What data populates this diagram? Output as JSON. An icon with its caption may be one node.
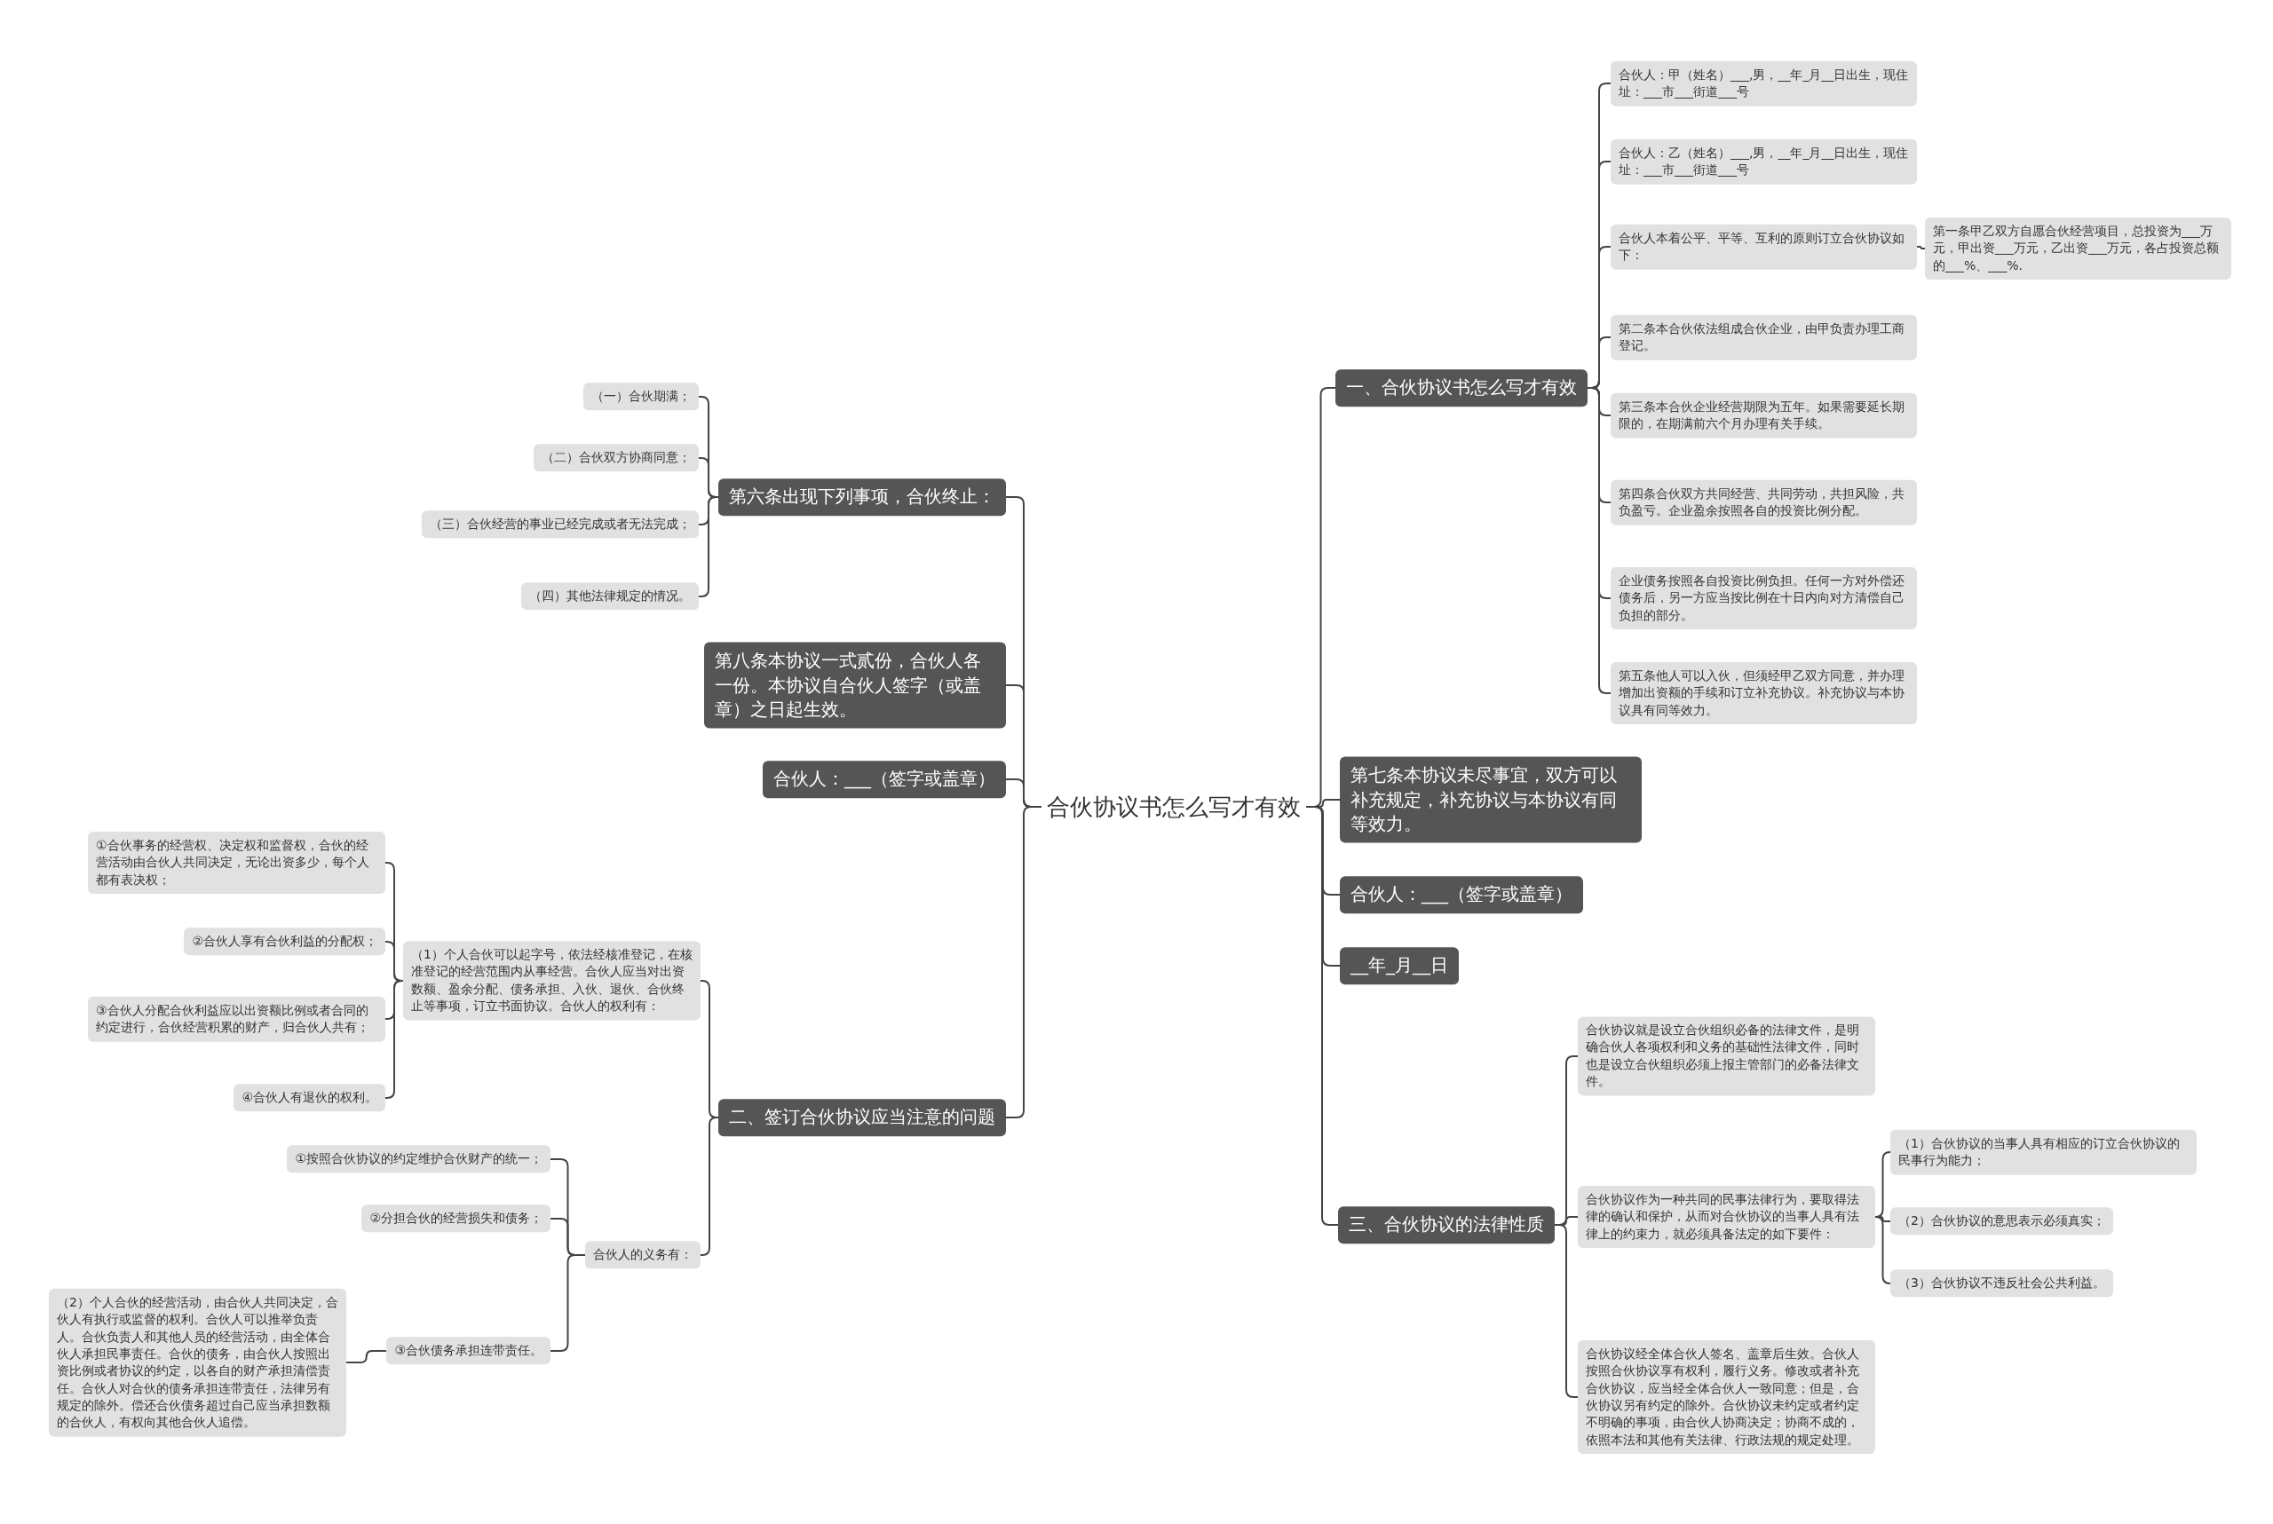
{
  "diagram": {
    "nodes": [
      {
        "text": [
          "合伙协议书怎么写才有效"
        ]
      },
      {
        "text": [
          "一、合伙协议书怎么写才有效"
        ]
      },
      {
        "text": [
          "合伙人：甲（姓名）___,男，__年_月__日出生，现住址：___市___街道___号"
        ]
      },
      {
        "text": [
          "合伙人：乙（姓名）___,男，__年_月__日出生，现住址：___市___街道___号"
        ]
      },
      {
        "text": [
          "合伙人本着公平、平等、互利的原则订立合伙协议如下："
        ]
      },
      {
        "text": [
          "第一条甲乙双方自愿合伙经营项目，总投资为___万元，甲出资___万元，乙出资___万元，各占投资总额的___%、___%."
        ]
      },
      {
        "text": [
          "第二条本合伙依法组成合伙企业，由甲负责办理工商登记。"
        ]
      },
      {
        "text": [
          "第三条本合伙企业经营期限为五年。如果需要延长期限的，在期满前六个月办理有关手续。"
        ]
      },
      {
        "text": [
          "第四条合伙双方共同经营、共同劳动，共担风险，共负盈亏。企业盈余按照各自的投资比例分配。"
        ]
      },
      {
        "text": [
          "企业债务按照各自投资比例负担。任何一方对外偿还债务后，另一方应当按比例在十日内向对方清偿自己负担的部分。"
        ]
      },
      {
        "text": [
          "第五条他人可以入伙，但须经甲乙双方同意，并办理增加出资额的手续和订立补充协议。补充协议与本协议具有同等效力。"
        ]
      },
      {
        "text": [
          "第七条本协议未尽事宜，双方可以补充规定，补充协议与本协议有同等效力。"
        ]
      },
      {
        "text": [
          "合伙人：___（签字或盖章）"
        ]
      },
      {
        "text": [
          "__年_月__日"
        ]
      },
      {
        "text": [
          "三、合伙协议的法律性质"
        ]
      },
      {
        "text": [
          "合伙协议就是设立合伙组织必备的法律文件，是明确合伙人各项权利和义务的基础性法律文件，同时也是设立合伙组织必须上报主管部门的必备法律文件。"
        ]
      },
      {
        "text": [
          "合伙协议作为一种共同的民事法律行为，要取得法律的确认和保护，从而对合伙协议的当事人具有法律上的约束力，就必须具备法定的如下要件："
        ]
      },
      {
        "text": [
          "（1）合伙协议的当事人具有相应的订立合伙协议的民事行为能力；"
        ]
      },
      {
        "text": [
          "（2）合伙协议的意思表示必须真实；"
        ]
      },
      {
        "text": [
          "（3）合伙协议不违反社会公共利益。"
        ]
      },
      {
        "text": [
          "合伙协议经全体合伙人签名、盖章后生效。合伙人按照合伙协议享有权利，履行义务。修改或者补充合伙协议，应当经全体合伙人一致同意；但是，合伙协议另有约定的除外。合伙协议未约定或者约定不明确的事项，由合伙人协商决定；协商不成的，依照本法和其他有关法律、行政法规的规定处理。"
        ]
      },
      {
        "text": [
          "第六条出现下列事项，合伙终止："
        ]
      },
      {
        "text": [
          "（一）合伙期满；"
        ]
      },
      {
        "text": [
          "（二）合伙双方协商同意；"
        ]
      },
      {
        "text": [
          "（三）合伙经营的事业已经完成或者无法完成；"
        ]
      },
      {
        "text": [
          "（四）其他法律规定的情况。"
        ]
      },
      {
        "text": [
          "第八条本协议一式贰份，合伙人各一份。本协议自合伙人签字（或盖章）之日起生效。"
        ]
      },
      {
        "text": [
          "合伙人：___（签字或盖章）"
        ]
      },
      {
        "text": [
          "二、签订合伙协议应当注意的问题"
        ]
      },
      {
        "text": [
          "（1）个人合伙可以起字号，依法经核准登记，在核准登记的经营范围内从事经营。合伙人应当对出资数额、盈余分配、债务承担、入伙、退伙、合伙终止等事项，订立书面协议。合伙人的权利有："
        ]
      },
      {
        "text": [
          "①合伙事务的经营权、决定权和监督权，合伙的经营活动由合伙人共同决定，无论出资多少，每个人都有表决权；"
        ]
      },
      {
        "text": [
          "②合伙人享有合伙利益的分配权；"
        ]
      },
      {
        "text": [
          "③合伙人分配合伙利益应以出资额比例或者合同的约定进行，合伙经营积累的财产，归合伙人共有；"
        ]
      },
      {
        "text": [
          "④合伙人有退伙的权利。"
        ]
      },
      {
        "text": [
          "合伙人的义务有："
        ]
      },
      {
        "text": [
          "①按照合伙协议的约定维护合伙财产的统一；"
        ]
      },
      {
        "text": [
          "②分担合伙的经营损失和债务；"
        ]
      },
      {
        "text": [
          "③合伙债务承担连带责任。"
        ]
      },
      {
        "text": [
          "（2）个人合伙的经营活动，由合伙人共同决定，合伙人有执行或监督的权利。合伙人可以推举负责人。合伙负责人和其他人员的经营活动，由全体合伙人承担民事责任。合伙的债务，由合伙人按照出资比例或者协议的约定，以各自的财产承担清偿责任。合伙人对合伙的债务承担连带责任，法律另有规定的除外。偿还合伙债务超过自己应当承担数额的合伙人，有权向其他合伙人追偿。"
        ]
      }
    ],
    "edges": [
      {
        "from": 0,
        "to": 1,
        "arrow": "none"
      },
      {
        "from": 1,
        "to": 2,
        "arrow": "none"
      },
      {
        "from": 1,
        "to": 3,
        "arrow": "none"
      },
      {
        "from": 1,
        "to": 4,
        "arrow": "none"
      },
      {
        "from": 4,
        "to": 5,
        "arrow": "none"
      },
      {
        "from": 1,
        "to": 6,
        "arrow": "none"
      },
      {
        "from": 1,
        "to": 7,
        "arrow": "none"
      },
      {
        "from": 1,
        "to": 8,
        "arrow": "none"
      },
      {
        "from": 1,
        "to": 9,
        "arrow": "none"
      },
      {
        "from": 1,
        "to": 10,
        "arrow": "none"
      },
      {
        "from": 0,
        "to": 11,
        "arrow": "none"
      },
      {
        "from": 0,
        "to": 12,
        "arrow": "none"
      },
      {
        "from": 0,
        "to": 13,
        "arrow": "none"
      },
      {
        "from": 0,
        "to": 14,
        "arrow": "none"
      },
      {
        "from": 14,
        "to": 15,
        "arrow": "none"
      },
      {
        "from": 14,
        "to": 16,
        "arrow": "none"
      },
      {
        "from": 16,
        "to": 17,
        "arrow": "none"
      },
      {
        "from": 16,
        "to": 18,
        "arrow": "none"
      },
      {
        "from": 16,
        "to": 19,
        "arrow": "none"
      },
      {
        "from": 14,
        "to": 20,
        "arrow": "none"
      },
      {
        "from": 0,
        "to": 21,
        "arrow": "none"
      },
      {
        "from": 21,
        "to": 22,
        "arrow": "none"
      },
      {
        "from": 21,
        "to": 23,
        "arrow": "none"
      },
      {
        "from": 21,
        "to": 24,
        "arrow": "none"
      },
      {
        "from": 21,
        "to": 25,
        "arrow": "none"
      },
      {
        "from": 0,
        "to": 26,
        "arrow": "none"
      },
      {
        "from": 0,
        "to": 27,
        "arrow": "none"
      },
      {
        "from": 0,
        "to": 28,
        "arrow": "none"
      },
      {
        "from": 28,
        "to": 29,
        "arrow": "none"
      },
      {
        "from": 29,
        "to": 30,
        "arrow": "none"
      },
      {
        "from": 29,
        "to": 31,
        "arrow": "none"
      },
      {
        "from": 29,
        "to": 32,
        "arrow": "none"
      },
      {
        "from": 29,
        "to": 33,
        "arrow": "none"
      },
      {
        "from": 28,
        "to": 34,
        "arrow": "none"
      },
      {
        "from": 34,
        "to": 35,
        "arrow": "none"
      },
      {
        "from": 34,
        "to": 36,
        "arrow": "none"
      },
      {
        "from": 34,
        "to": 37,
        "arrow": "none"
      },
      {
        "from": 37,
        "to": 38,
        "arrow": "none"
      }
    ]
  }
}
